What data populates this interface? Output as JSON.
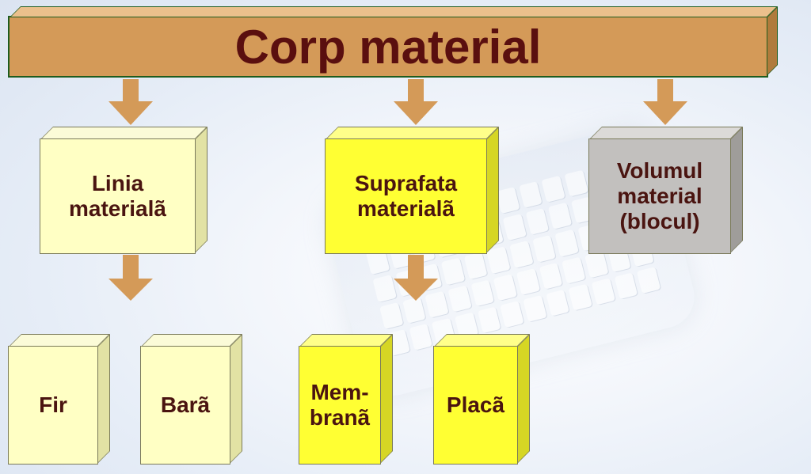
{
  "diagram": {
    "root": {
      "label": "Corp material"
    },
    "level1": [
      {
        "id": "linia",
        "label": "Linia\nmaterialã",
        "style": "pale"
      },
      {
        "id": "suprafata",
        "label": "Suprafata\nmaterialã",
        "style": "yellow"
      },
      {
        "id": "volumul",
        "label": "Volumul\nmaterial\n(blocul)",
        "style": "gray"
      }
    ],
    "level2": [
      {
        "id": "fir",
        "label": "Fir",
        "parent": "linia",
        "style": "pale"
      },
      {
        "id": "bara",
        "label": "Barã",
        "parent": "linia",
        "style": "pale"
      },
      {
        "id": "membrana",
        "label": "Mem-\nbranã",
        "parent": "suprafata",
        "style": "yellow"
      },
      {
        "id": "placa",
        "label": "Placã",
        "parent": "suprafata",
        "style": "yellow"
      }
    ],
    "edges": [
      {
        "from": "root",
        "to": "linia"
      },
      {
        "from": "root",
        "to": "suprafata"
      },
      {
        "from": "root",
        "to": "volumul"
      },
      {
        "from": "linia",
        "to": "level2-linia"
      },
      {
        "from": "suprafata",
        "to": "level2-suprafata"
      }
    ],
    "colors": {
      "root_fill": "#d49a58",
      "root_border": "#1e5c1e",
      "pale_fill": "#ffffc4",
      "yellow_fill": "#ffff33",
      "gray_fill": "#c2c0be",
      "arrow_fill": "#d49a58",
      "text": "#4a1410"
    }
  }
}
